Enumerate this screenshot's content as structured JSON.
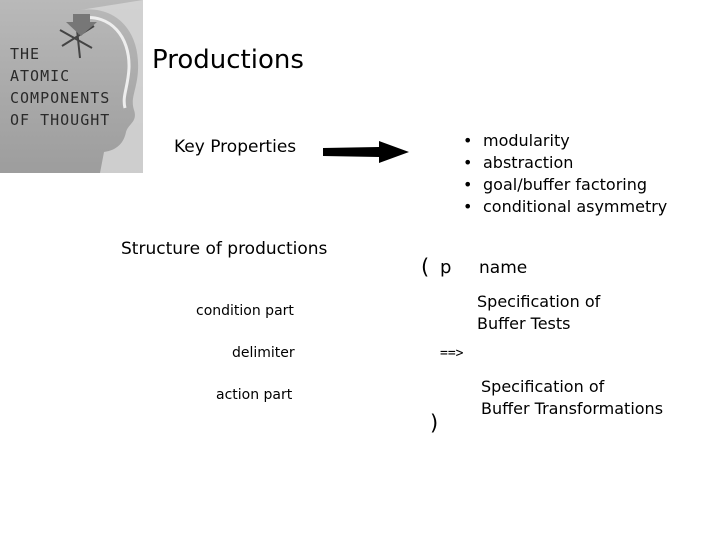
{
  "logo": {
    "lines": [
      "THE",
      "ATOMIC",
      "COMPONENTS",
      "OF THOUGHT"
    ]
  },
  "title": "Productions",
  "key_properties": "Key Properties",
  "bullets": [
    "modularity",
    "abstraction",
    "goal/buffer factoring",
    "conditional asymmetry"
  ],
  "structure": {
    "heading": "Structure of productions",
    "open_paren": "(",
    "p": "p",
    "name": "name",
    "spec_tests": [
      "Specification of",
      "Buffer Tests"
    ],
    "condition_label": "condition part",
    "delimiter_label": "delimiter",
    "delimiter_token": "==>",
    "action_label": "action part",
    "spec_transforms": [
      "Specification of",
      "Buffer Transformations"
    ],
    "close_paren": ")"
  }
}
